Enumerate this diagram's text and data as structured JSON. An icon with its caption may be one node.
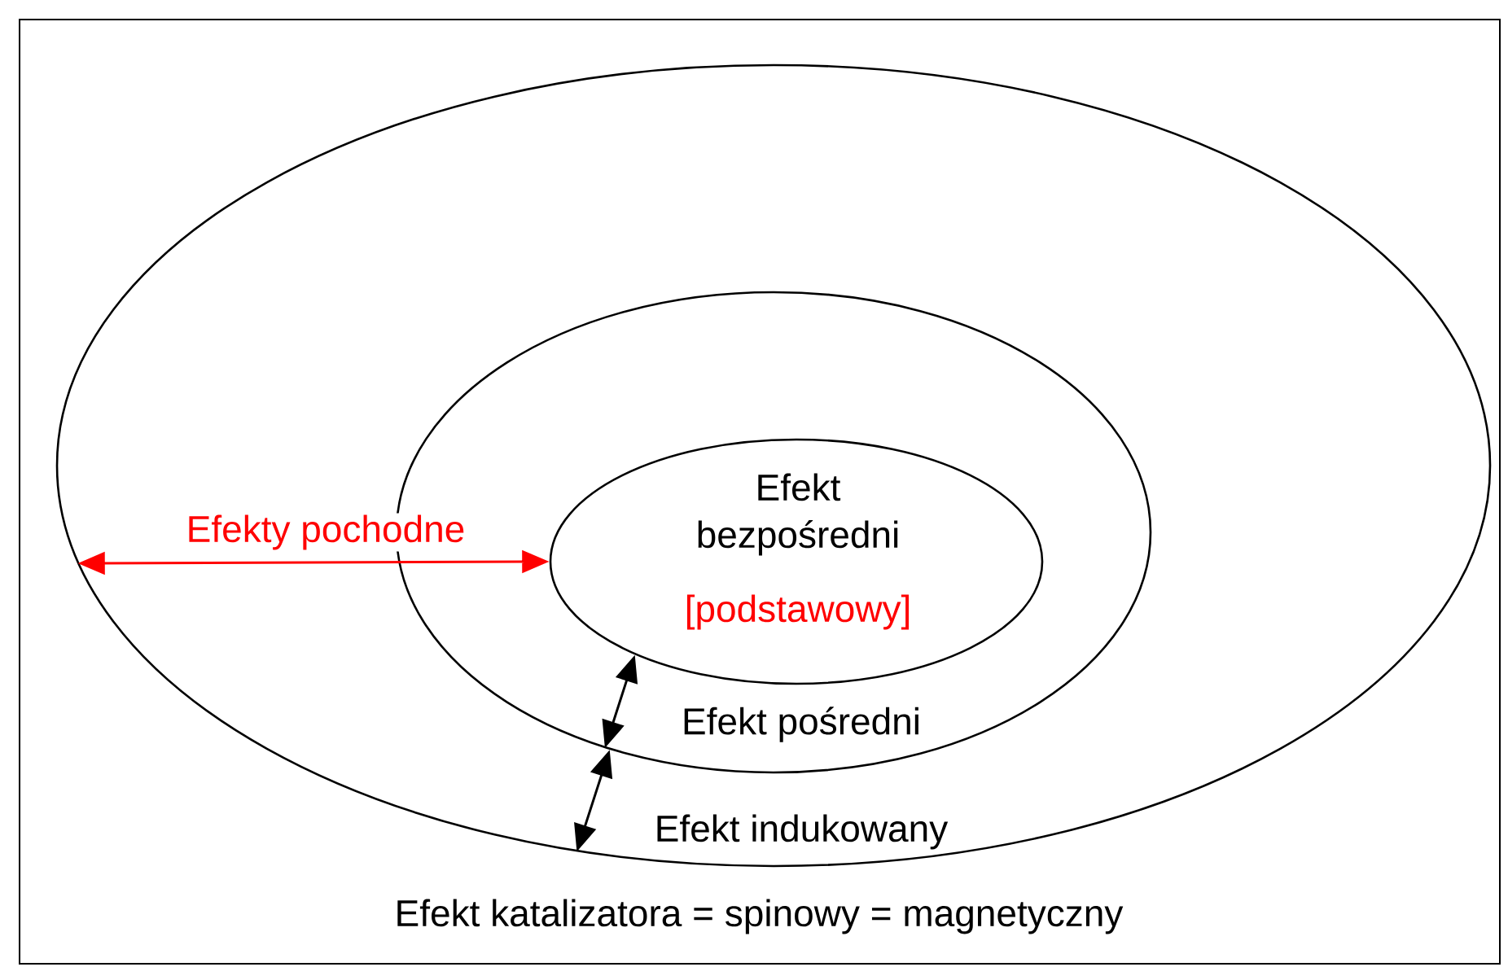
{
  "diagram": {
    "nodes": [
      {
        "text": [
          "Efekt katalizatora = spinowy = magnetyczny"
        ]
      },
      {
        "text": [
          "Efekt indukowany"
        ],
        "in": 0
      },
      {
        "text": [
          "Efekt pośredni"
        ],
        "in": 1
      },
      {
        "text": [
          "Efekt bezpośredni",
          "[podstawowy]"
        ],
        "in": 2
      }
    ],
    "edges": [
      {
        "from": 1,
        "to": 3,
        "arrow": "both",
        "label": "Efekty pochodne",
        "color": "#ff0000"
      },
      {
        "from": 3,
        "to": 2,
        "arrow": "both"
      },
      {
        "from": 2,
        "to": 1,
        "arrow": "both"
      }
    ]
  }
}
